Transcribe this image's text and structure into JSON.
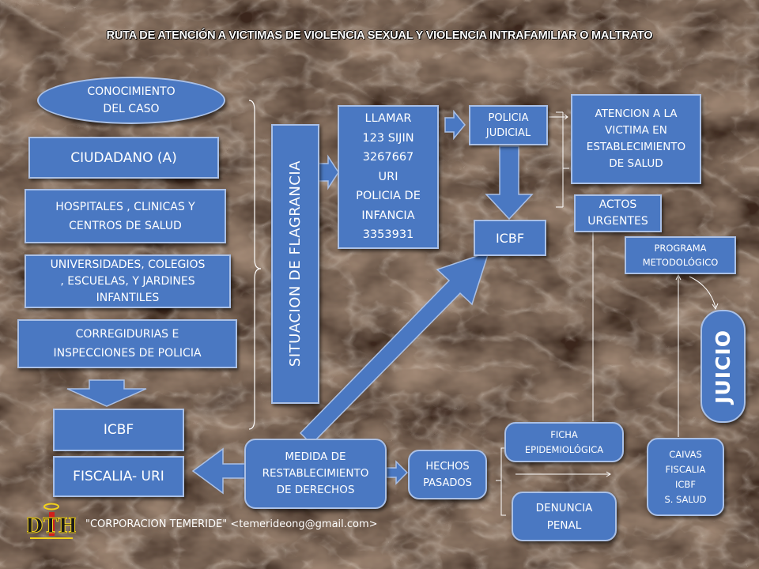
{
  "title": "RUTA DE ATENCIÓN A VICTIMAS DE VIOLENCIA SEXUAL Y VIOLENCIA INTRAFAMILIAR O MALTRATO",
  "nodes": {
    "conocimiento": "CONOCIMIENTO\nDEL CASO",
    "ciudadano": "CIUDADANO (A)",
    "hospitales": "HOSPITALES , CLINICAS Y\nCENTROS DE SALUD",
    "universidades": "UNIVERSIDADES, COLEGIOS\n, ESCUELAS, Y JARDINES\nINFANTILES",
    "corregidurias": "CORREGIDURIAS E\nINSPECCIONES DE POLICIA",
    "icbf_left": "ICBF",
    "fiscalia": "FISCALIA- URI",
    "flagrancia": "SITUACION DE FLAGRANCIA",
    "llamar": "LLAMAR\n123 SIJIN\n3267667\nURI\nPOLICIA DE\nINFANCIA\n3353931",
    "policia_judicial": "POLICIA\nJUDICIAL",
    "icbf_center": "ICBF",
    "atencion": "ATENCION A LA\nVICTIMA EN\nESTABLECIMIENTO\nDE SALUD",
    "actos": "ACTOS\nURGENTES",
    "programa": "PROGRAMA\nMETODOLÓGICO",
    "juicio": "JUICIO",
    "medida": "MEDIDA DE\nRESTABLECIMIENTO\nDE DERECHOS",
    "hechos": "HECHOS\nPASADOS",
    "ficha": "FICHA\nEPIDEMIOLÓGICA",
    "denuncia": "DENUNCIA\nPENAL",
    "caivas": "CAIVAS\nFISCALIA\nICBF\nS. SALUD"
  },
  "footer": "\"CORPORACION TEMERIDE\" <temerideong@gmail.com>",
  "logo_text": "DTH",
  "colors": {
    "box": "#4a78c2",
    "box_border": "#aac0e6",
    "background": "#5e4030",
    "text": "#ffffff",
    "logo_red": "#d0201c",
    "logo_yellow": "#f2d21a"
  }
}
